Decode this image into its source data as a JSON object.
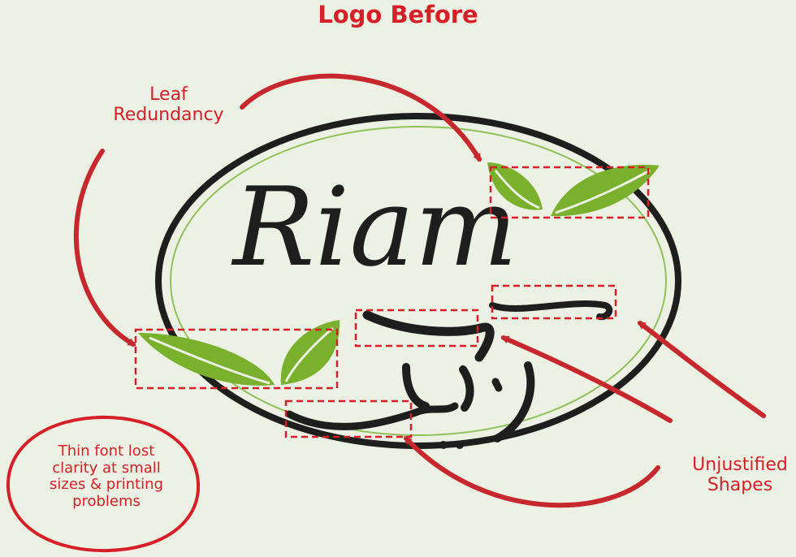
{
  "title": "Logo Before",
  "logo": {
    "latin_wordmark": "Riam",
    "arabic_wordmark": "ريام"
  },
  "annotations": {
    "leaf": [
      "Leaf",
      "Redundancy"
    ],
    "unjustified": [
      "Unjustified",
      "Shapes"
    ],
    "thin_font": [
      "Thin font lost",
      "clarity at small",
      "sizes & printing",
      "problems"
    ]
  },
  "colors": {
    "background": "#edf1e4",
    "annotation_red": "#d61f26",
    "arrow_red": "#c6282e",
    "logo_ink": "#1e1e1e",
    "leaf_green": "#79b02c",
    "inner_ring_green": "#8fc15a"
  }
}
